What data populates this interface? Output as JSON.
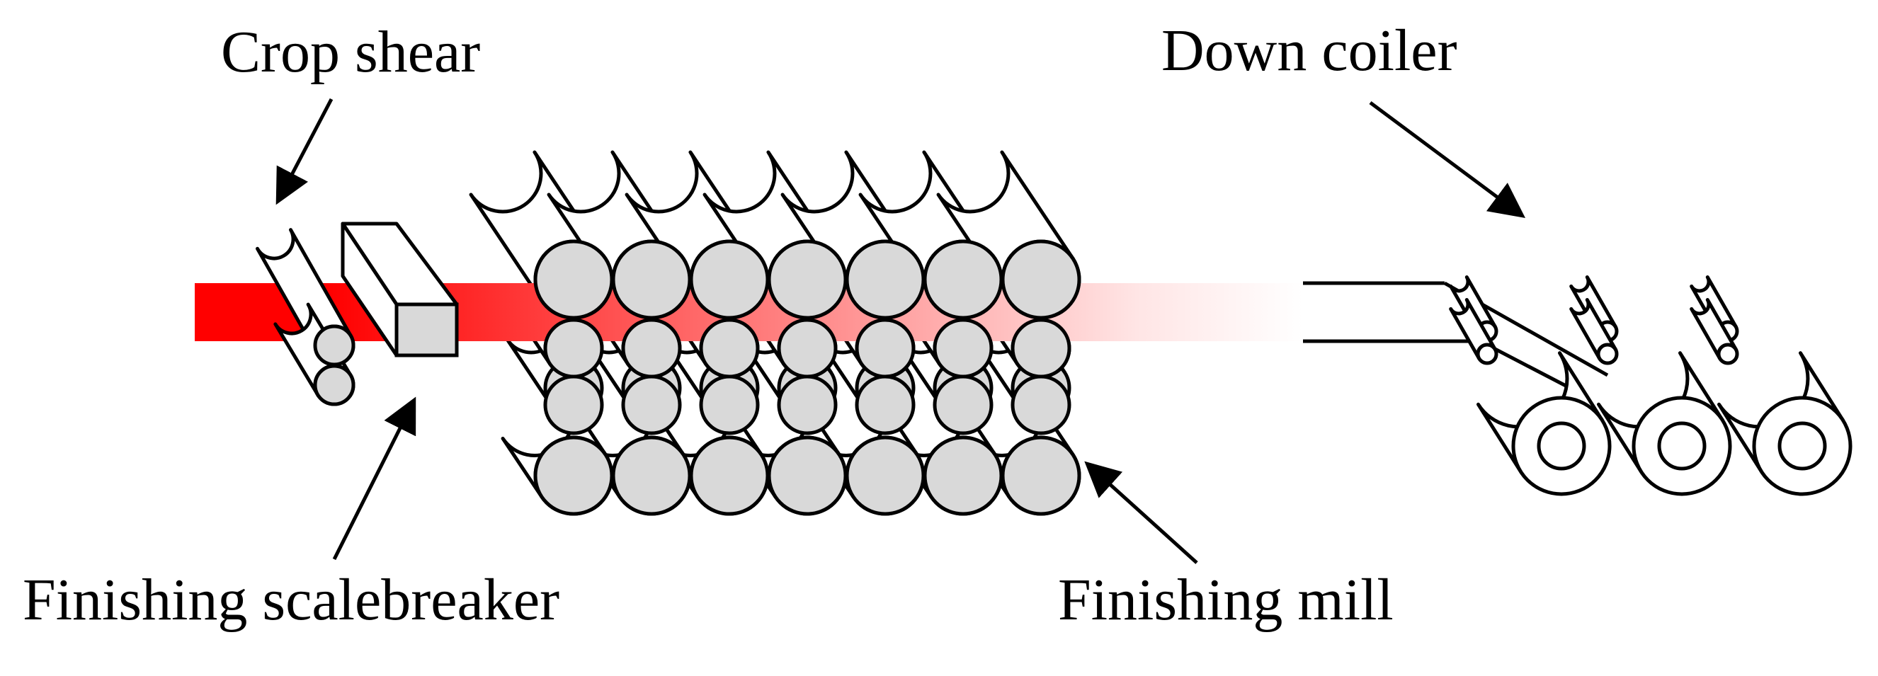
{
  "labels": {
    "crop_shear": "Crop shear",
    "down_coiler": "Down coiler",
    "finishing_scalebreaker": "Finishing scalebreaker",
    "finishing_mill": "Finishing mill"
  },
  "colors": {
    "strip_hot": "#ff0000",
    "strip_cool": "#ffffff",
    "roll_fill": "#d9d9d9",
    "outline": "#000000"
  },
  "finishing_mill": {
    "stand_count": 7
  },
  "down_coiler": {
    "coiler_count": 3
  }
}
